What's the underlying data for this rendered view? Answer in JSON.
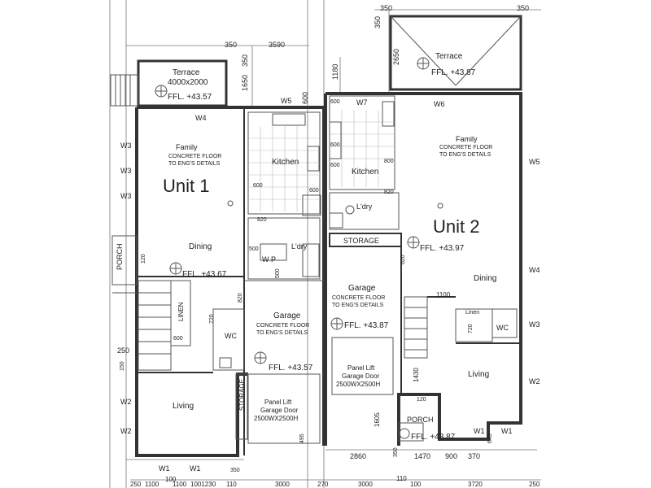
{
  "units": {
    "unit1": {
      "title": "Unit 1",
      "terrace": "Terrace",
      "terrace_size": "4000x2000",
      "ffl_terrace": "FFL. +43.57",
      "family": "Family",
      "concrete1": "CONCRETE FLOOR",
      "concrete2": "TO ENG'S DETAILS",
      "kitchen": "Kitchen",
      "ldry": "L'dry",
      "wp": "W P",
      "dining": "Dining",
      "ffl_dining": "FFL. +43.67",
      "porch": "PORCH",
      "linen": "LINEN",
      "wc": "WC",
      "garage": "Garage",
      "ffl_garage": "FFL. +43.57",
      "storage": "STORAGE",
      "door1": "Panel Lift",
      "door2": "Garage Door",
      "door3": "2500WX2500H",
      "living": "Living"
    },
    "unit2": {
      "title": "Unit 2",
      "terrace": "Terrace",
      "ffl_terrace": "FFL. +43.87",
      "family": "Family",
      "kitchen": "Kitchen",
      "ldry": "L'dry",
      "storage": "STORAGE",
      "ffl_storage": "FFL. +43.97",
      "garage": "Garage",
      "ffl_garage": "FFL. +43.87",
      "door1": "Panel Lift",
      "door2": "Garage Door",
      "door3": "2500WX2500H",
      "dining": "Dining",
      "linen": "Linen",
      "wc": "WC",
      "living": "Living",
      "porch": "PORCH",
      "ffl_porch": "FFL. +43.87"
    }
  },
  "windows": {
    "w1": "W1",
    "w2": "W2",
    "w3": "W3",
    "w4": "W4",
    "w5": "W5",
    "w6": "W6",
    "w7": "W7"
  },
  "dimensions": {
    "top_350a": "350",
    "top_3590": "3590",
    "top_350b": "350",
    "top_350c": "350",
    "v_350": "350",
    "v_1650": "1650",
    "v_600": "600",
    "v_1180": "1180",
    "v_2650": "2650",
    "v_350r": "350",
    "k600a": "600",
    "k600b": "600",
    "k600c": "600",
    "k820a": "820",
    "k500a": "500",
    "k500b": "500",
    "k600d": "600",
    "k600e": "600",
    "k800": "800",
    "k820b": "820",
    "p120a": "120",
    "p250": "250",
    "p150": "150",
    "p600": "600",
    "p720": "720",
    "p820": "820",
    "d1100": "1100",
    "d1430": "1430",
    "d120b": "120",
    "d1605": "1605",
    "d620": "620",
    "d720b": "720",
    "d645": "645",
    "d495": "495",
    "b250a": "250",
    "b1100a": "1100",
    "b100a": "100",
    "b350a": "350",
    "b2860": "2860",
    "b350b": "350",
    "b1470": "1470",
    "b900": "900",
    "b370": "370",
    "r250": "250",
    "r1100": "1100",
    "r100": "100",
    "r1100b": "1100",
    "r1001230": "1001230",
    "r110": "110",
    "r3000a": "3000",
    "r270": "270",
    "r3000b": "3000",
    "r110b": "110",
    "r100b": "100",
    "r3720": "3720",
    "r250b": "250"
  },
  "colors": {
    "wall": "#333333",
    "line": "#555555",
    "text": "#222222"
  }
}
